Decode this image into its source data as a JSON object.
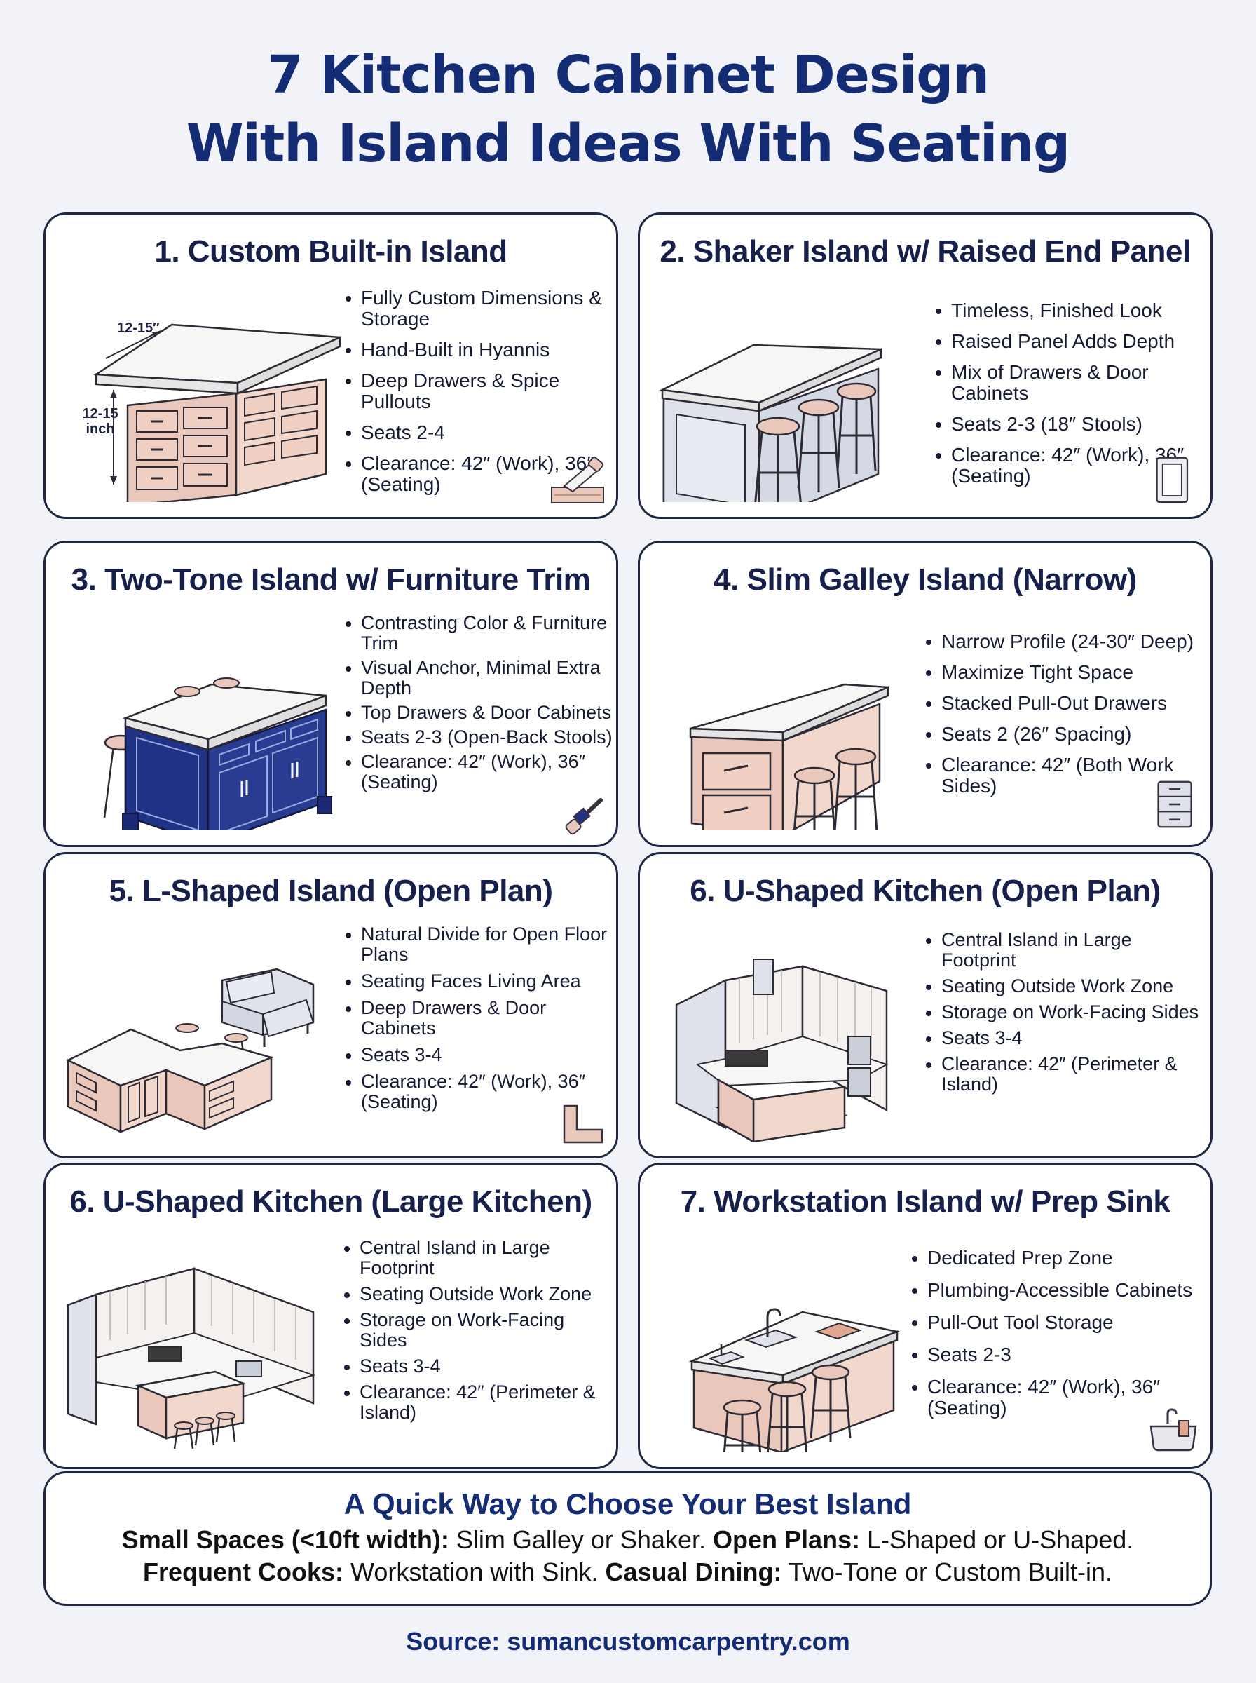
{
  "title": {
    "line1": "7 Kitchen Cabinet Design",
    "line2": "With Island Ideas With Seating"
  },
  "cards": [
    {
      "heading": "1. Custom Built-in Island",
      "bullets": [
        "Fully Custom Dimensions & Storage",
        "Hand-Built in Hyannis",
        "Deep Drawers & Spice Pullouts",
        "Seats 2-4",
        "Clearance: 42″ (Work), 36″ (Seating)"
      ],
      "dim_top": "12-15″",
      "dim_side_1": "12-15",
      "dim_side_2": "inch",
      "icon": "saw-icon"
    },
    {
      "heading": "2. Shaker Island w/ Raised End Panel",
      "bullets": [
        "Timeless, Finished Look",
        "Raised Panel Adds Depth",
        "Mix of Drawers & Door Cabinets",
        "Seats 2-3 (18″ Stools)",
        "Clearance: 42″ (Work), 36″ (Seating)"
      ],
      "icon": "panel-door-icon"
    },
    {
      "heading": "3. Two-Tone Island w/ Furniture Trim",
      "bullets": [
        "Contrasting Color & Furniture Trim",
        "Visual Anchor, Minimal Extra Depth",
        "Top Drawers & Door Cabinets",
        "Seats 2-3 (Open-Back Stools)",
        "Clearance: 42″ (Work), 36″ (Seating)"
      ],
      "icon": "paintbrush-icon"
    },
    {
      "heading": "4. Slim Galley Island (Narrow)",
      "bullets": [
        "Narrow Profile (24-30″ Deep)",
        "Maximize Tight Space",
        "Stacked Pull-Out Drawers",
        "Seats 2 (26″ Spacing)",
        "Clearance: 42″ (Both Work Sides)"
      ],
      "icon": "drawer-stack-icon"
    },
    {
      "heading": "5. L-Shaped Island (Open Plan)",
      "bullets": [
        "Natural Divide for Open Floor Plans",
        "Seating Faces Living Area",
        "Deep Drawers & Door Cabinets",
        "Seats 3-4",
        "Clearance: 42″ (Work), 36″ (Seating)"
      ],
      "icon": "l-shape-icon"
    },
    {
      "heading": "6. U-Shaped Kitchen (Open Plan)",
      "bullets": [
        "Central Island in Large Footprint",
        "Seating Outside Work Zone",
        "Storage on Work-Facing Sides",
        "Seats 3-4",
        "Clearance: 42″ (Perimeter & Island)"
      ]
    },
    {
      "heading": "6. U-Shaped Kitchen (Large Kitchen)",
      "bullets": [
        "Central Island in Large Footprint",
        "Seating Outside Work Zone",
        "Storage on Work-Facing Sides",
        "Seats 3-4",
        "Clearance: 42″ (Perimeter & Island)"
      ]
    },
    {
      "heading": "7. Workstation Island w/ Prep Sink",
      "bullets": [
        "Dedicated Prep Zone",
        "Plumbing-Accessible Cabinets",
        "Pull-Out Tool Storage",
        "Seats 2-3",
        "Clearance: 42″ (Work), 36″ (Seating)"
      ],
      "icon": "sink-icon"
    }
  ],
  "summary": {
    "heading": "A Quick Way to Choose Your Best Island",
    "row1_label1": "Small Spaces (<10ft width):",
    "row1_text1": " Slim Galley or Shaker. ",
    "row1_label2": "Open Plans:",
    "row1_text2": " L-Shaped or U-Shaped.",
    "row2_label1": "Frequent Cooks:",
    "row2_text1": " Workstation with Sink. ",
    "row2_label2": "Casual Dining:",
    "row2_text2": " Two-Tone or Custom Built-in."
  },
  "source": "Source: sumancustomcarpentry.com",
  "colors": {
    "navy": "#142c73",
    "cabinet_pink": "#e9c8bb",
    "cabinet_navy": "#1f3285",
    "counter": "#f6f6f4",
    "gray_cabinet": "#dfe2ea"
  }
}
